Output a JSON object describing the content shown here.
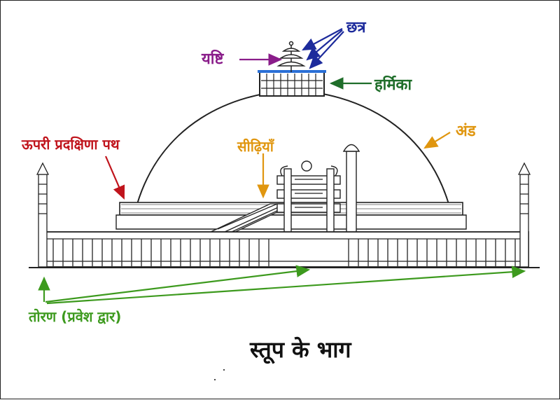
{
  "title": "स्तूप के भाग",
  "labels": {
    "chhatra": "छत्र",
    "yashti": "यष्टि",
    "harmika": "हर्मिका",
    "anda": "अंड",
    "upper_path": "ऊपरी प्रदक्षिणा पथ",
    "stairs": "सीढ़ियाँ",
    "torana": "तोरण (प्रवेश द्वार)"
  },
  "colors": {
    "chhatra": "#1d2b9c",
    "yashti": "#8a1d8a",
    "harmika": "#1f6e2a",
    "anda": "#e0960f",
    "upper_path": "#c0141c",
    "stairs": "#e0960f",
    "torana": "#3d9a1e",
    "title": "#111111"
  }
}
